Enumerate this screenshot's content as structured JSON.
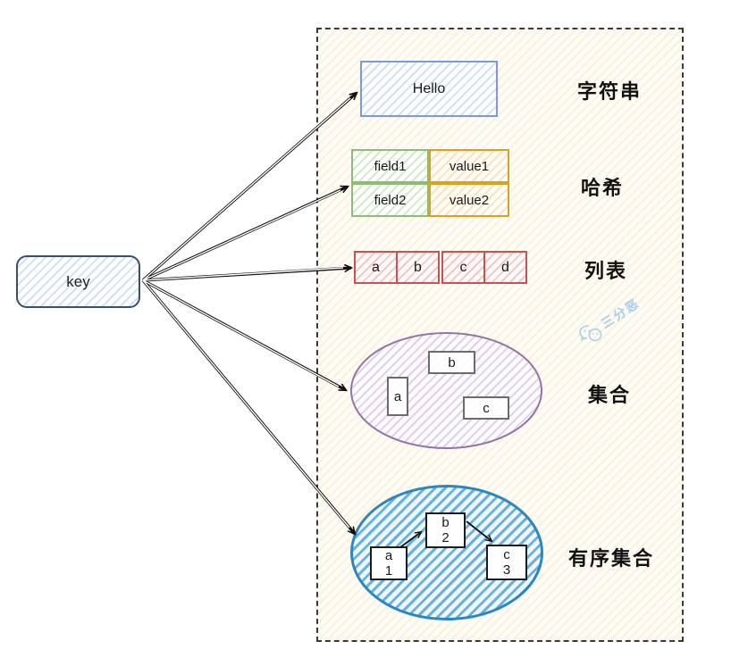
{
  "diagram": {
    "title_hint": "redis-data-types",
    "key": {
      "label": "key"
    },
    "string": {
      "type_label": "字符串",
      "value": "Hello"
    },
    "hash": {
      "type_label": "哈希",
      "rows": [
        {
          "field": "field1",
          "value": "value1"
        },
        {
          "field": "field2",
          "value": "value2"
        }
      ]
    },
    "list": {
      "type_label": "列表",
      "items": [
        "a",
        "b",
        "c",
        "d"
      ]
    },
    "set": {
      "type_label": "集合",
      "items": [
        "a",
        "b",
        "c"
      ]
    },
    "zset": {
      "type_label": "有序集合",
      "nodes": [
        {
          "member": "a",
          "score": "1"
        },
        {
          "member": "b",
          "score": "2"
        },
        {
          "member": "c",
          "score": "3"
        }
      ]
    },
    "watermark": {
      "text": "三分恶"
    },
    "colors": {
      "key_border": "#35506b",
      "string_accent": "#7b9bd2",
      "hash_field_accent": "#8fbc73",
      "hash_value_accent": "#d8a420",
      "list_accent": "#c75450",
      "set_accent": "#9673a6",
      "zset_accent": "#2e86c1",
      "arrow": "#111111",
      "panel_border": "#3a3a3a",
      "watermark": "#a9cdec"
    }
  }
}
